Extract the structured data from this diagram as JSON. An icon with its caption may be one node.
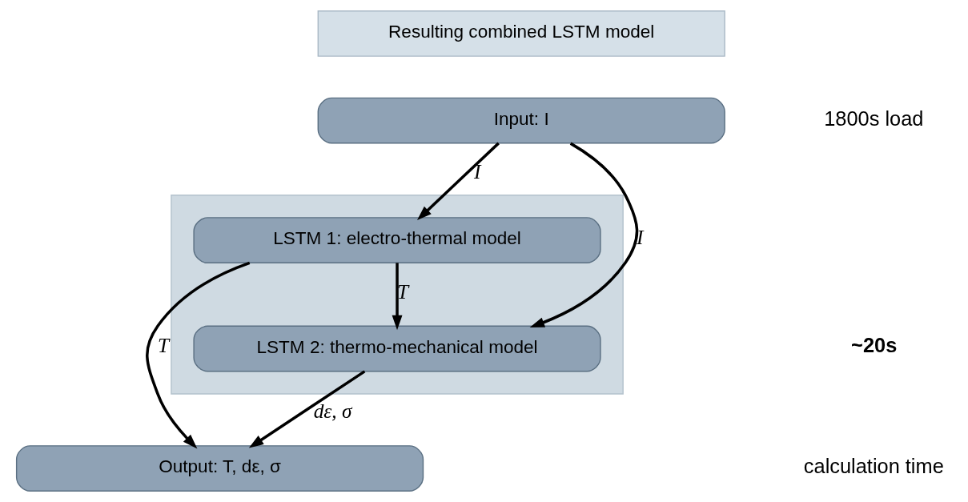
{
  "diagram": {
    "nodes": [
      {
        "text": [
          "Resulting combined LSTM model"
        ]
      },
      {
        "text": [
          "Input: I"
        ]
      },
      {
        "text": [],
        "shape": "box"
      },
      {
        "text": [
          "LSTM 1: electro-thermal model"
        ],
        "in": 2
      },
      {
        "text": [
          "LSTM 2: thermo-mechanical model"
        ],
        "in": 2
      },
      {
        "text": [
          "Output: T, dε, σ"
        ]
      }
    ],
    "edges": [
      {
        "from": 1,
        "to": 3,
        "arrow": "to",
        "label": "I"
      },
      {
        "from": 1,
        "to": 4,
        "arrow": "to",
        "label": "I"
      },
      {
        "from": 3,
        "to": 4,
        "arrow": "to",
        "label": "T"
      },
      {
        "from": 3,
        "to": 5,
        "arrow": "to",
        "label": "T"
      },
      {
        "from": 4,
        "to": 5,
        "arrow": "to",
        "label": "dε, σ"
      }
    ],
    "labels": [
      "1800s load",
      "~20s",
      "calculation time"
    ]
  }
}
